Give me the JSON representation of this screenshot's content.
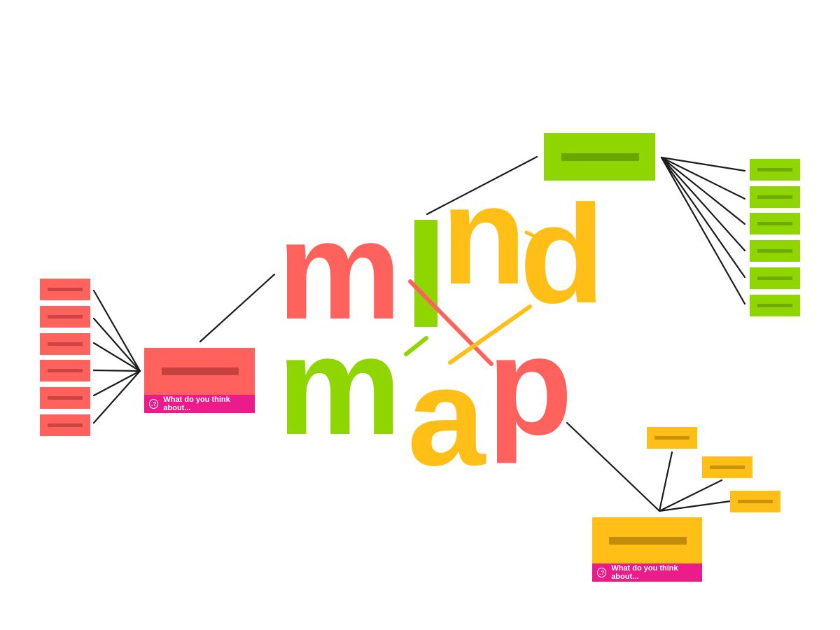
{
  "title_words": {
    "word1": "mind",
    "word2": "map"
  },
  "prompts": {
    "red_node": "What do you think about...",
    "yellow_node": "What do you think about..."
  },
  "prompt_icon_symbol": ".?",
  "branches": {
    "red": {
      "color": "#ff615c",
      "placeholder_color": "#c7413e",
      "leaf_count": 6
    },
    "green": {
      "color": "#8fd600",
      "placeholder_color": "#6aa600",
      "leaf_count": 6
    },
    "yellow": {
      "color": "#ffbf16",
      "placeholder_color": "#c28d0c",
      "leaf_count": 3
    }
  },
  "prompt_color": "#ec1b8a",
  "line_color": "#1c1c1c"
}
